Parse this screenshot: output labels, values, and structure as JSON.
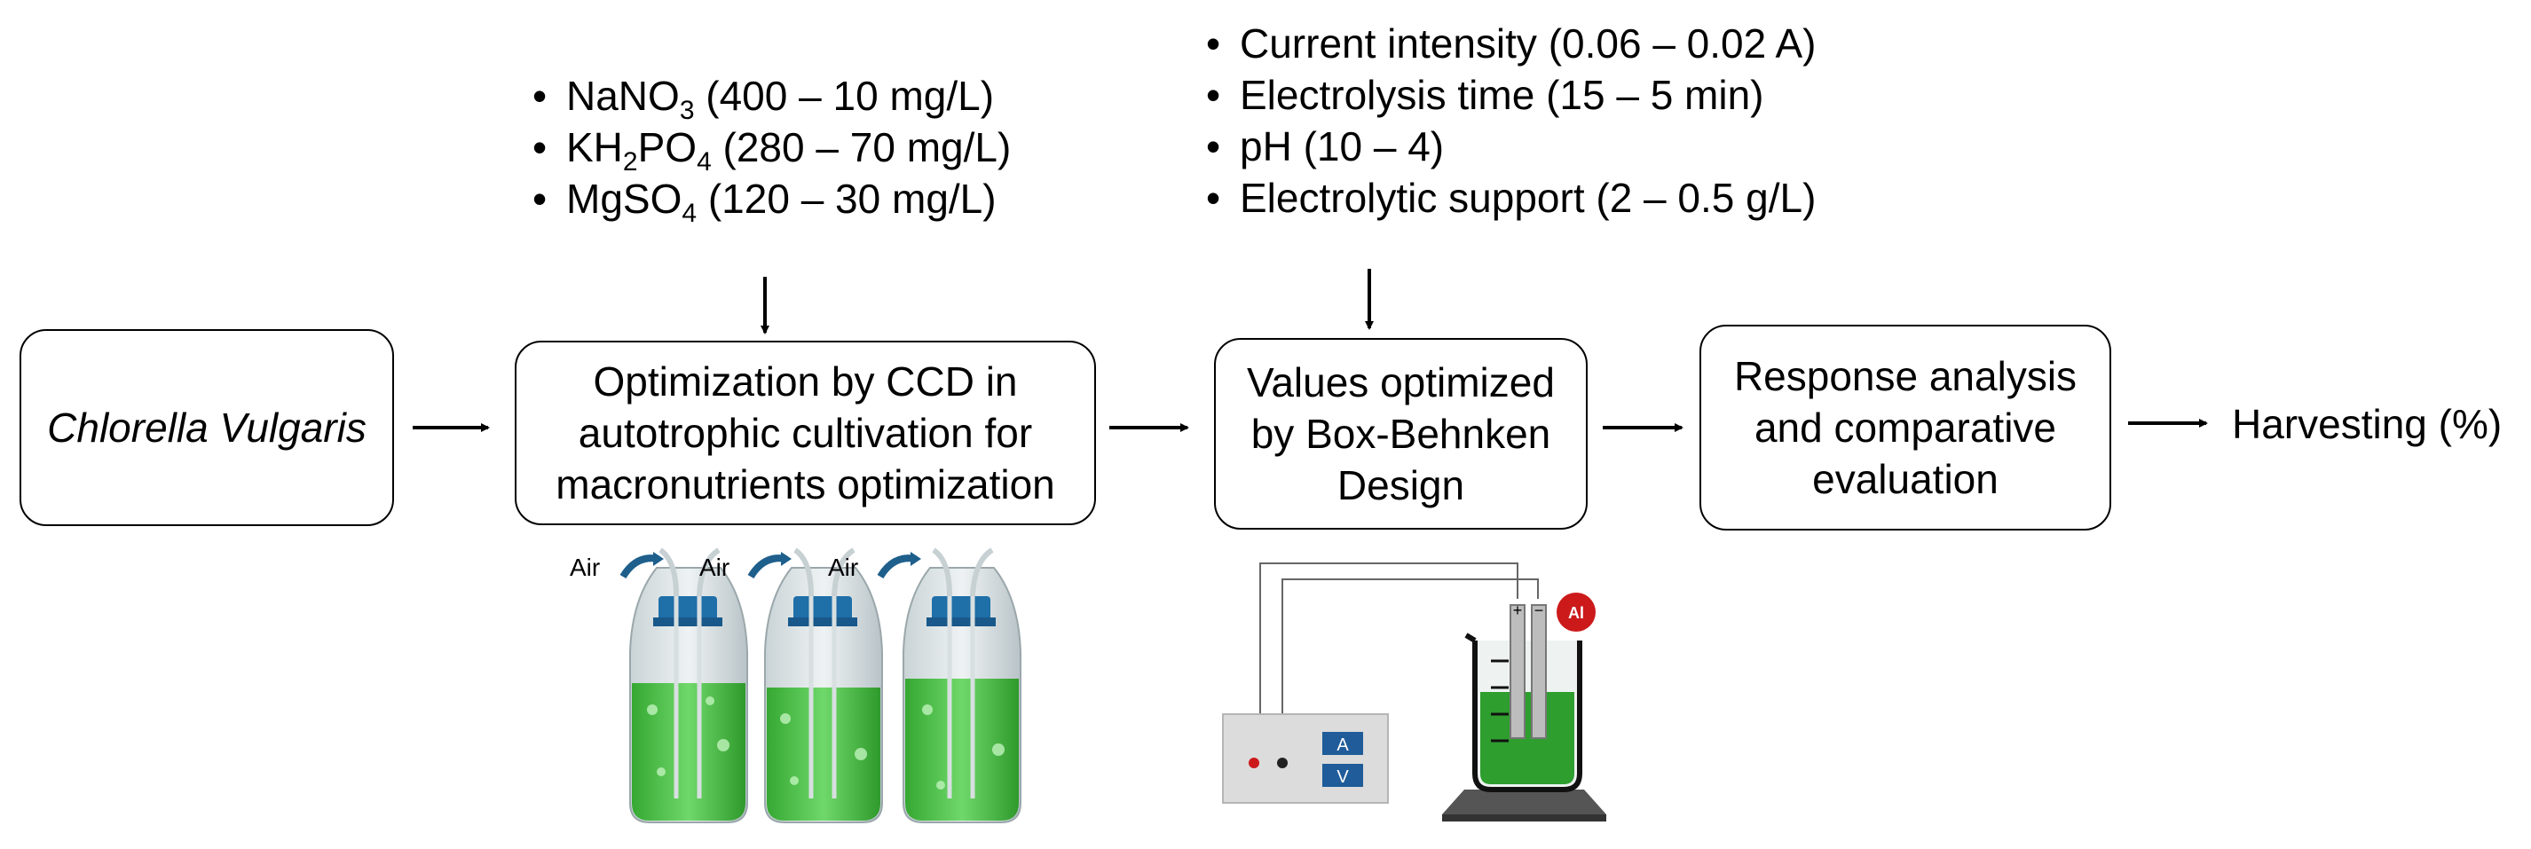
{
  "boxes": {
    "organism": "Chlorella Vulgaris",
    "ccd": [
      "Optimization by CCD in",
      "autotrophic cultivation for",
      "macronutrients optimization"
    ],
    "bbd": [
      "Values optimized",
      "by Box-Behnken",
      "Design"
    ],
    "response": [
      "Response analysis",
      "and comparative",
      "evaluation"
    ]
  },
  "result": "Harvesting (%)",
  "nutrients": [
    {
      "formula_main": "NaNO",
      "sub": "3",
      "formula_rest": "",
      "range": " (400 – 10 mg/L)"
    },
    {
      "formula_main": "KH",
      "sub": "2",
      "formula_rest": "PO",
      "sub2": "4",
      "range": " (280 – 70 mg/L)"
    },
    {
      "formula_main": "MgSO",
      "sub": "4",
      "formula_rest": "",
      "range": " (120 – 30 mg/L)"
    }
  ],
  "electro_params": [
    "Current intensity (0.06 – 0.02 A)",
    "Electrolysis time (15 – 5 min)",
    "pH (10 – 4)",
    "Electrolytic support (2 – 0.5 g/L)"
  ],
  "illustration": {
    "air_label": "Air",
    "meter_a": "A",
    "meter_v": "V",
    "electrode_badge": "Al",
    "plus": "+",
    "minus": "−"
  },
  "colors": {
    "culture_green": "#3fbf3a",
    "cap_blue": "#1f6fa8",
    "arrow_blue": "#1e5f8c",
    "beaker_green": "#2e9e2e",
    "al_red": "#cc1a1a",
    "meter_blue": "#1f5c99"
  }
}
